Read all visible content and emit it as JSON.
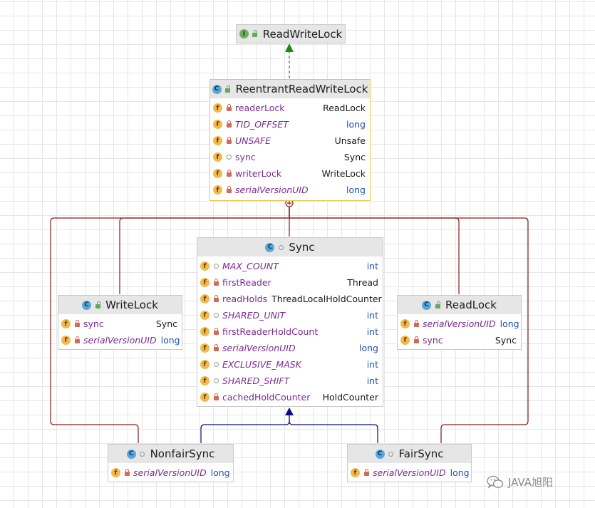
{
  "colors": {
    "inheritance": "#0c0c7a",
    "inner_class": "#8a1c1c",
    "implements": "#1a8a1a",
    "selected_border": "#e8c84a",
    "field_name": "#7a2a90",
    "primitive_type": "#1f50b0"
  },
  "classes": {
    "readwritelock": {
      "kind": "I",
      "name": "ReadWriteLock"
    },
    "reentrant": {
      "kind": "C",
      "name": "ReentrantReadWriteLock",
      "fields": [
        {
          "name": "readerLock",
          "type": "ReadLock"
        },
        {
          "name": "TID_OFFSET",
          "type": "long"
        },
        {
          "name": "UNSAFE",
          "type": "Unsafe"
        },
        {
          "name": "sync",
          "type": "Sync"
        },
        {
          "name": "writerLock",
          "type": "WriteLock"
        },
        {
          "name": "serialVersionUID",
          "type": "long"
        }
      ]
    },
    "sync": {
      "kind": "C",
      "name": "Sync",
      "fields": [
        {
          "name": "MAX_COUNT",
          "type": "int"
        },
        {
          "name": "firstReader",
          "type": "Thread"
        },
        {
          "name": "readHolds",
          "type": "ThreadLocalHoldCounter"
        },
        {
          "name": "SHARED_UNIT",
          "type": "int"
        },
        {
          "name": "firstReaderHoldCount",
          "type": "int"
        },
        {
          "name": "serialVersionUID",
          "type": "long"
        },
        {
          "name": "EXCLUSIVE_MASK",
          "type": "int"
        },
        {
          "name": "SHARED_SHIFT",
          "type": "int"
        },
        {
          "name": "cachedHoldCounter",
          "type": "HoldCounter"
        }
      ]
    },
    "writelock": {
      "kind": "C",
      "name": "WriteLock",
      "fields": [
        {
          "name": "sync",
          "type": "Sync"
        },
        {
          "name": "serialVersionUID",
          "type": "long"
        }
      ]
    },
    "readlock": {
      "kind": "C",
      "name": "ReadLock",
      "fields": [
        {
          "name": "serialVersionUID",
          "type": "long"
        },
        {
          "name": "sync",
          "type": "Sync"
        }
      ]
    },
    "nonfairsync": {
      "kind": "C",
      "name": "NonfairSync",
      "fields": [
        {
          "name": "serialVersionUID",
          "type": "long"
        }
      ]
    },
    "fairsync": {
      "kind": "C",
      "name": "FairSync",
      "fields": [
        {
          "name": "serialVersionUID",
          "type": "long"
        }
      ]
    }
  },
  "watermark": {
    "text": "JAVA旭阳",
    "icon": "wechat-icon"
  }
}
